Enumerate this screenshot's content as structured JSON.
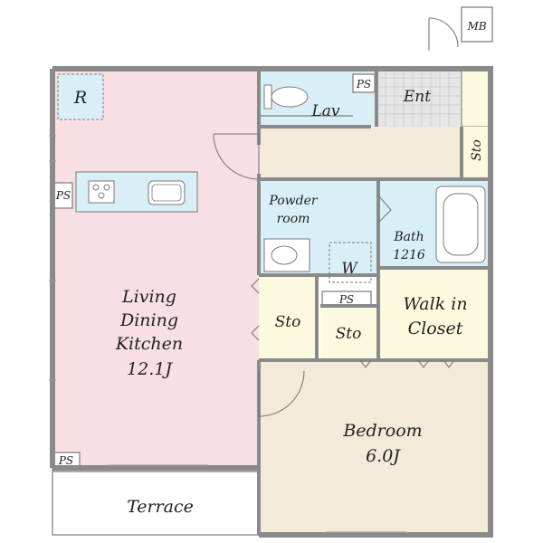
{
  "colors": {
    "living": "#f8dfe3",
    "wet_area": "#d9eff7",
    "storage": "#fcfade",
    "hallway": "#f4ead9",
    "entrance_tile": "#e6e6e6",
    "terrace": "#ffffff",
    "wall": "#8a8a8a"
  },
  "labels": {
    "mb": "MB",
    "r": "R",
    "ps_top": "PS",
    "ps_left": "PS",
    "ps_middle": "PS",
    "ps_bottom": "PS",
    "lav": "Lav",
    "ent": "Ent",
    "sto_hall": "Sto",
    "powder_1": "Powder",
    "powder_2": "room",
    "w": "W",
    "bath_1": "Bath",
    "bath_2": "1216",
    "living_1": "Living",
    "living_2": "Dining",
    "living_3": "Kitchen",
    "living_4": "12.1J",
    "sto_left": "Sto",
    "sto_mid": "Sto",
    "walkin_1": "Walk in",
    "walkin_2": "Closet",
    "bedroom_1": "Bedroom",
    "bedroom_2": "6.0J",
    "terrace": "Terrace"
  },
  "icons": {
    "toilet": "toilet-icon",
    "bathtub": "bathtub-icon",
    "sink": "sink-icon",
    "stove": "stove-icon",
    "washer": "washing-machine-icon",
    "doors": "door-swing-icon"
  }
}
